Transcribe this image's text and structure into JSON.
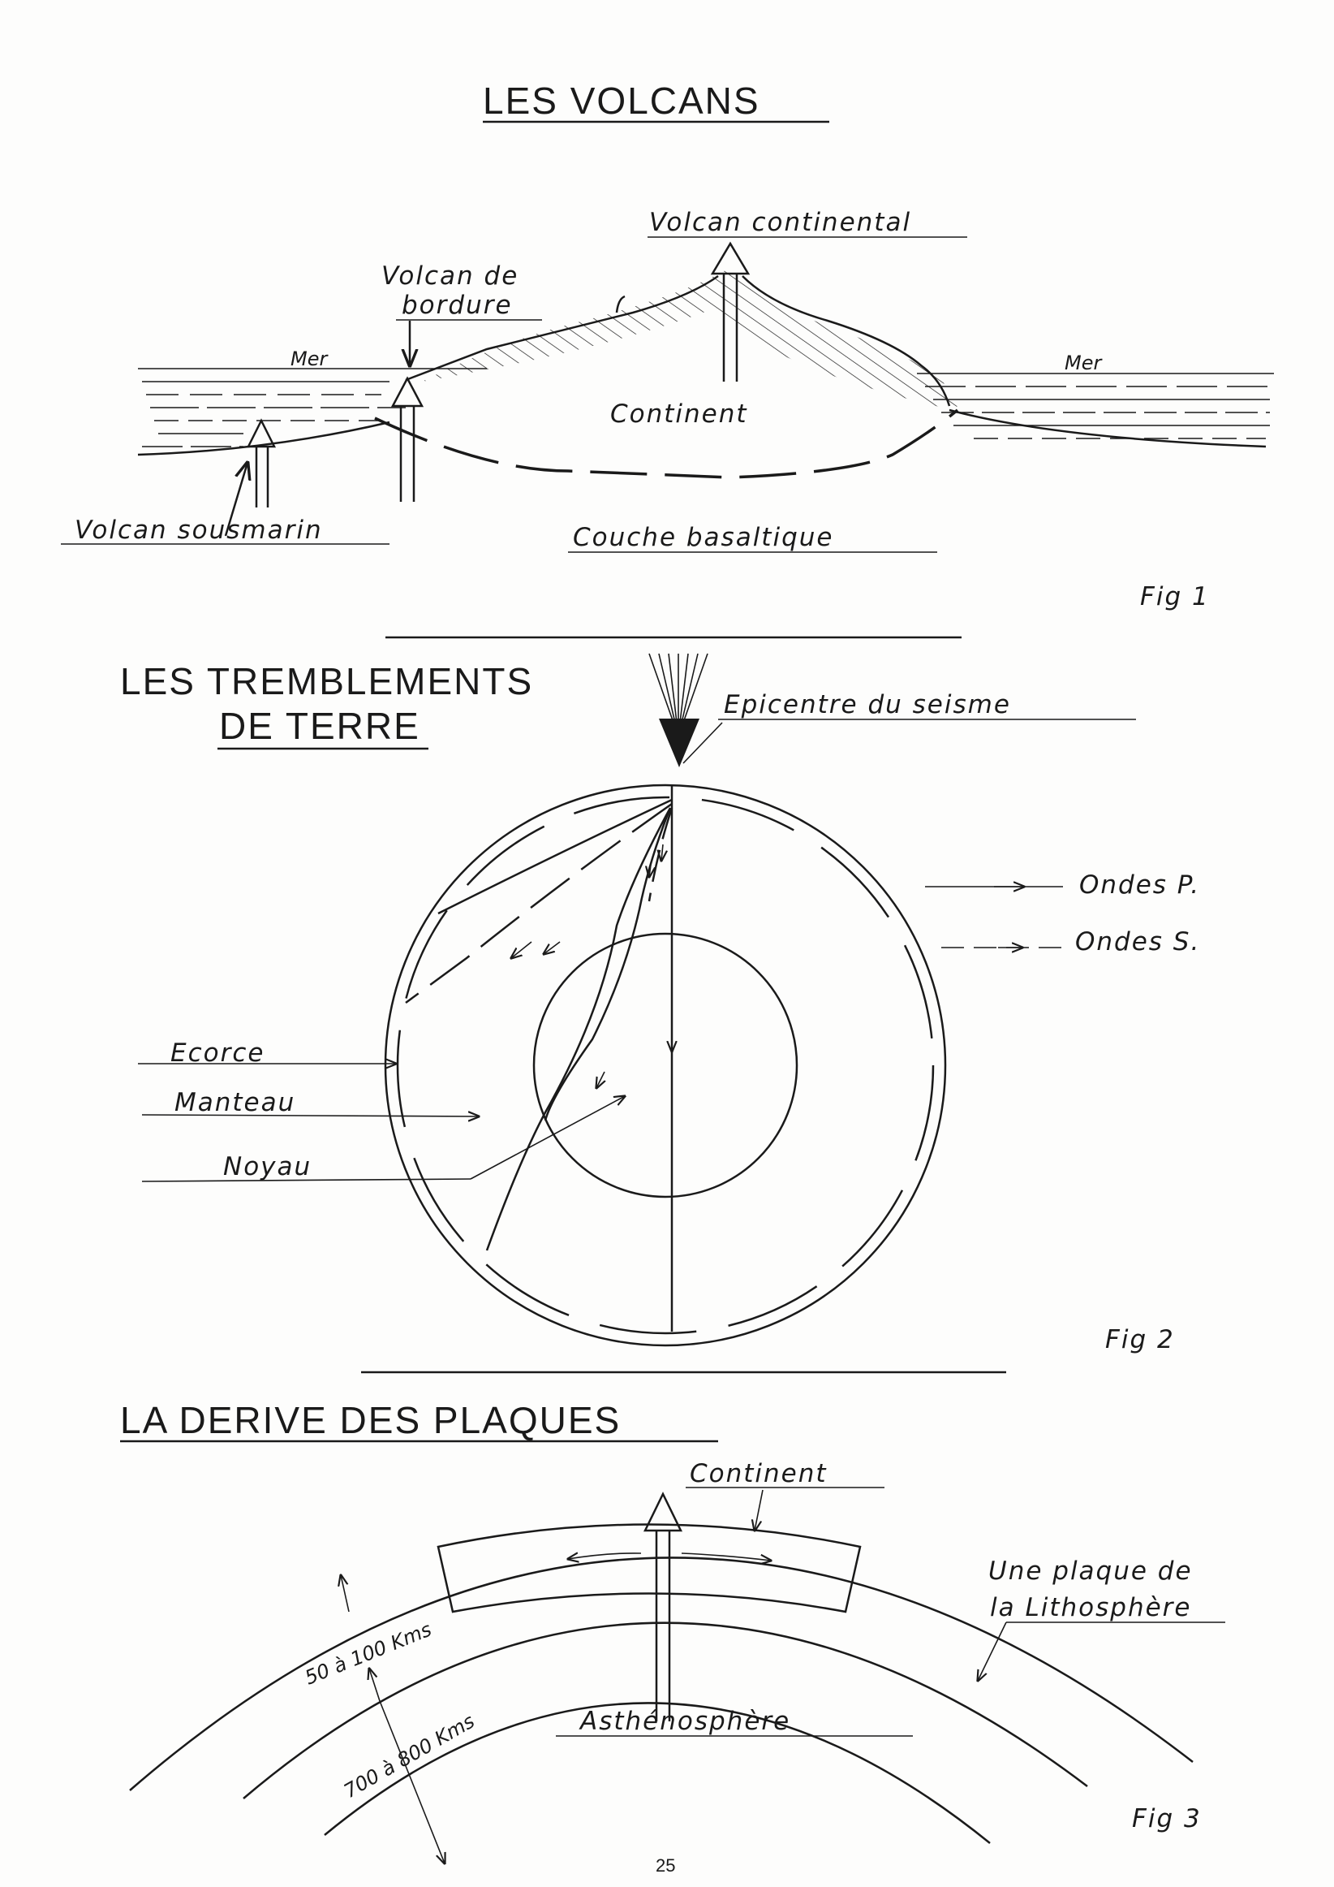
{
  "page_number": "25",
  "fig1": {
    "title": "LES VOLCANS",
    "label_volcan_continental": "Volcan continental",
    "label_volcan_de": "Volcan de",
    "label_bordure": "bordure",
    "label_mer_left": "Mer",
    "label_mer_right": "Mer",
    "label_continent": "Continent",
    "label_volcan_sousmarin": "Volcan sousmarin",
    "label_couche_basaltique": "Couche basaltique",
    "caption": "Fig 1"
  },
  "fig2": {
    "title_line1": "LES TREMBLEMENTS",
    "title_line2": "DE TERRE",
    "label_epicentre": "Epicentre du seisme",
    "label_ondes_p": "Ondes P.",
    "label_ondes_s": "Ondes S.",
    "label_ecorce": "Ecorce",
    "label_manteau": "Manteau",
    "label_noyau": "Noyau",
    "caption": "Fig 2"
  },
  "fig3": {
    "title": "LA DERIVE DES PLAQUES",
    "label_continent": "Continent",
    "label_plaque_line1": "Une plaque de",
    "label_plaque_line2": "la Lithosphère",
    "label_thickness_lithosphere": "50 à 100 Kms",
    "label_thickness_asthenosphere": "700 à 800 Kms",
    "label_asthenosphere": "Asthénosphère",
    "caption": "Fig 3"
  }
}
